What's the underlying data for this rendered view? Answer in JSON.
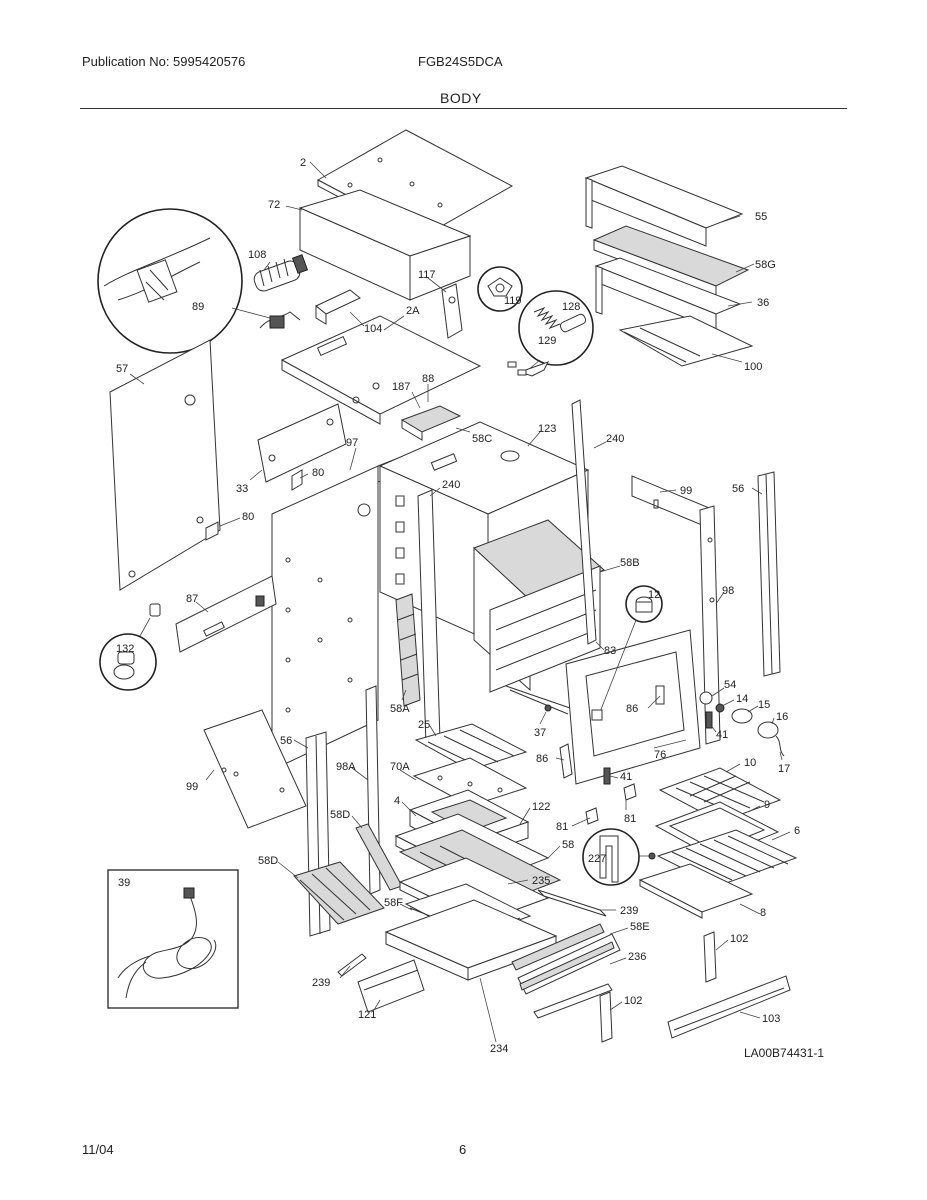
{
  "header": {
    "publication": "Publication No: 5995420576",
    "model": "FGB24S5DCA",
    "section_title": "BODY"
  },
  "footer": {
    "date": "11/04",
    "page_number": "6"
  },
  "diagram_ref": "LA00B74431-1",
  "part_labels": [
    "2",
    "72",
    "55",
    "108",
    "58G",
    "117",
    "2A",
    "36",
    "89",
    "119",
    "128",
    "129",
    "104",
    "100",
    "57",
    "187",
    "88",
    "58C",
    "123",
    "240",
    "97",
    "33",
    "80",
    "240",
    "99",
    "56",
    "80",
    "58B",
    "98",
    "87",
    "12",
    "83",
    "132",
    "54",
    "14",
    "15",
    "16",
    "58A",
    "86",
    "37",
    "41",
    "17",
    "56",
    "99",
    "25",
    "98A",
    "70A",
    "86",
    "76",
    "41",
    "10",
    "4",
    "122",
    "81",
    "81",
    "9",
    "58D",
    "58",
    "6",
    "227",
    "58D",
    "235",
    "39",
    "58F",
    "239",
    "8",
    "58E",
    "102",
    "239",
    "236",
    "121",
    "102",
    "103",
    "234"
  ],
  "icons": [
    "wiring-harness-icon",
    "power-cord-icon",
    "bulb-socket-icon",
    "spring-icon",
    "connector-icon"
  ]
}
